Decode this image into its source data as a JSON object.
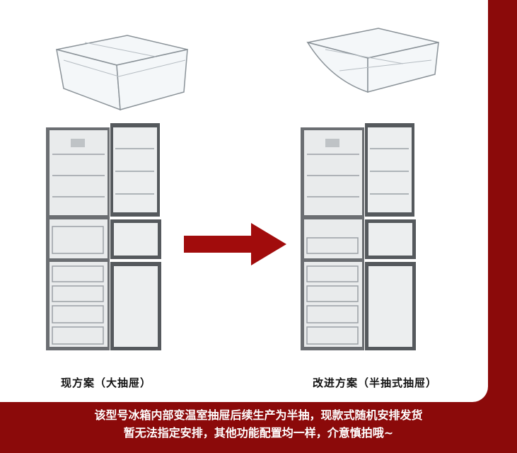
{
  "panels": {
    "left": {
      "caption": "现方案（大抽屉）"
    },
    "right": {
      "caption": "改进方案（半抽式抽屉）"
    }
  },
  "arrow_icon": "arrow-right-icon",
  "notice": {
    "line1": "该型号冰箱内部变温室抽屉后续生产为半抽，现款式随机安排发货",
    "line2": "暂无法指定安排，其他功能配置均一样，介意慎拍哦~"
  },
  "colors": {
    "background": "#8b0a0a",
    "arrow": "#a10c0c",
    "card": "#ffffff"
  }
}
